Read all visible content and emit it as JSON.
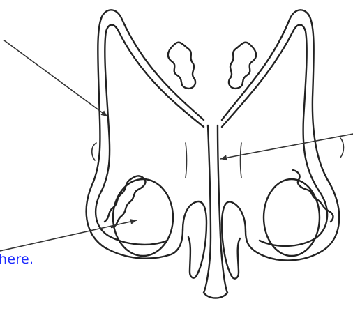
{
  "diagram": {
    "caption_text": "here.",
    "caption_color": "#1d2bff",
    "line_color": "#222222",
    "pointer_arrows": [
      "left-upper-arrow",
      "center-arrow",
      "left-lower-arrow"
    ]
  }
}
